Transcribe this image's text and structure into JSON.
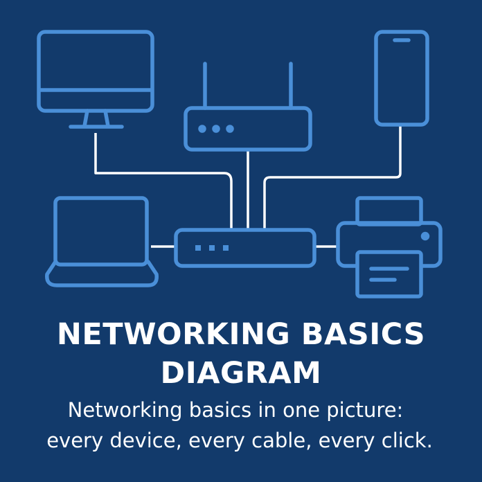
{
  "title": {
    "line1": "NETWORKING BASICS",
    "line2": "DIAGRAM"
  },
  "subtitle": {
    "line1": "Networking basics in one picture:",
    "line2": "every device, every cable, every click."
  },
  "colors": {
    "background": "#123a6b",
    "device_stroke": "#4a8fd8",
    "cable": "#ffffff",
    "text": "#ffffff"
  },
  "devices": [
    {
      "name": "monitor-icon"
    },
    {
      "name": "router-icon"
    },
    {
      "name": "smartphone-icon"
    },
    {
      "name": "laptop-icon"
    },
    {
      "name": "switch-icon"
    },
    {
      "name": "printer-icon"
    }
  ]
}
